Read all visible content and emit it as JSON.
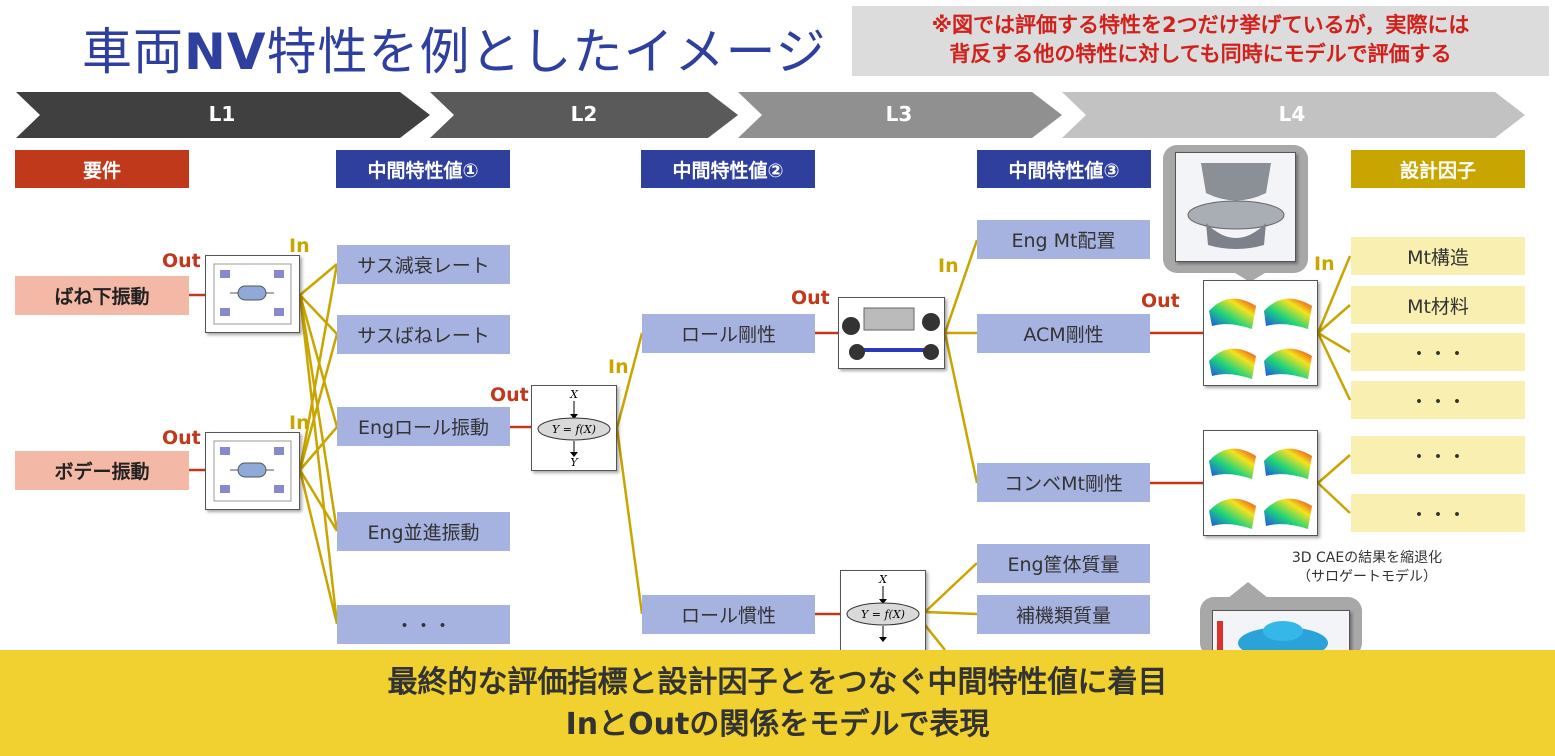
{
  "title": {
    "part1": "車両",
    "part2": "NV",
    "part3": "特性を例としたイメージ"
  },
  "note": {
    "line1": "※図では評価する特性を2つだけ挙げているが，実際には",
    "line2": "背反する他の特性に対しても同時にモデルで評価する"
  },
  "levels": [
    "L1",
    "L2",
    "L3",
    "L4"
  ],
  "headers": {
    "req": "要件",
    "mid1": "中間特性値①",
    "mid2": "中間特性値②",
    "mid3": "中間特性値③",
    "design": "設計因子"
  },
  "requirements": [
    "ばね下振動",
    "ボデー振動"
  ],
  "mid1": [
    "サス減衰レート",
    "サスばねレート",
    "Engロール振動",
    "Eng並進振動",
    "・・・"
  ],
  "mid2": [
    "ロール剛性",
    "ロール慣性"
  ],
  "mid3": [
    "Eng Mt配置",
    "ACM剛性",
    "コンベMt剛性",
    "Eng筐体質量",
    "補機類質量"
  ],
  "design": [
    "Mt構造",
    "Mt材料",
    "・・・",
    "・・・",
    "・・・",
    "・・・"
  ],
  "labels": {
    "in": "In",
    "out": "Out"
  },
  "formula": {
    "x": "X",
    "eq": "Y = f(X)",
    "y": "Y"
  },
  "caption": {
    "line1": "3D CAEの結果を縮退化",
    "line2": "（サロゲートモデル）"
  },
  "bottom": {
    "line1": "最終的な評価指標と設計因子とをつなぐ中間特性値に着目",
    "line2": "InとOutの関係をモデルで表現"
  },
  "colors": {
    "title": "#2e3f9e",
    "req_header": "#c0391b",
    "mid_header": "#2e3f9e",
    "design_header": "#c9a500",
    "line_in": "#c9a500",
    "line_out": "#c0391b"
  }
}
